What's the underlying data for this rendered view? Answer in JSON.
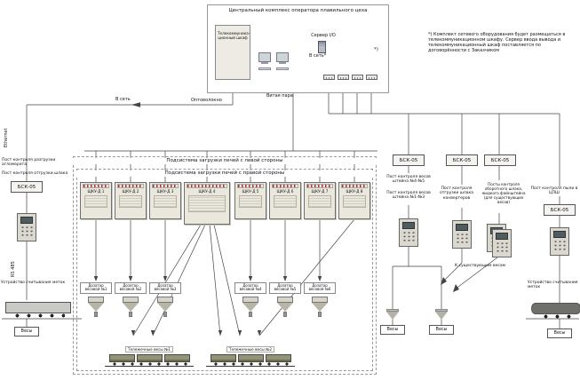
{
  "colors": {
    "wire": "#444444",
    "cabinet_fill": "#eae7dc",
    "indicator_red": "#aa3333",
    "train_body": "#93937a"
  },
  "top_complex": {
    "title": "Центральный комплекс  оператора плавильного цеха",
    "telecom_cabinet": "Телекоммуника-ционный шкаф",
    "server_label": "Сервер I/O",
    "to_network_label": "В сеть*",
    "footnote_mark": "*)"
  },
  "note": "*) Комплект сетевого оборудования будет размещаться в телекоммуникационном шкафу. Сервер ввода вывода и телекоммуникационный шкаф поставляется по договорённости с Заказчиком",
  "bus": {
    "to_network": "В сеть",
    "fiber": "Оптоволокно",
    "twisted_pair": "Витая пара",
    "ethernet": "Ethernet",
    "rs485": "RS 485"
  },
  "left_post": {
    "line1": "Пост контроля разгрузки агломерата",
    "line2": "Пост контроля отгрузки шлака",
    "bsk": "БСК-05",
    "reader": "Устройство считывания меток",
    "scale": "Весы"
  },
  "subsystems": {
    "left_title": "Подсистема загрузки печей с левой стороны",
    "right_title": "Подсистема загрузки печей с правой стороны"
  },
  "cabinets": [
    {
      "label": "ЩКУ-Д 1"
    },
    {
      "label": "ЩКУ-Д 2"
    },
    {
      "label": "ЩКУ-Д 3"
    },
    {
      "label": "ЩКУ-Д 4"
    },
    {
      "label": "ЩКУ-Д 5"
    },
    {
      "label": "ЩКУ-Д 6"
    },
    {
      "label": "ЩКУ-Д 7"
    },
    {
      "label": "ЩКУ-Д 8"
    }
  ],
  "dosers": [
    {
      "label": "Дозатор весовой №1"
    },
    {
      "label": "Дозатор весовой №2"
    },
    {
      "label": "Дозатор весовой №3"
    },
    {
      "label": "Дозатор весовой №4"
    },
    {
      "label": "Дозатор весовой №5"
    },
    {
      "label": "Дозатор весовой №6"
    }
  ],
  "trolleys": [
    {
      "label": "Тележечные весы №1"
    },
    {
      "label": "Тележечные весы №2"
    }
  ],
  "right_posts": [
    {
      "bsk": "БСК-05",
      "title": "Пост контроля весов штейна №4-№5",
      "title2": "Пост контроля весов штейна №1-№3"
    },
    {
      "bsk": "БСК-05",
      "title": "Пост контроля отгрузки шлака конвертеров"
    },
    {
      "bsk": "БСК-05",
      "title": "Посты контроля оборотного шлака, жидкого файнштейна (для существующих весов)"
    }
  ],
  "far_right_post": {
    "title": "Пост контроля пыли в ЦПШ",
    "bsk": "БСК-05",
    "reader": "Устройство считывания меток",
    "scale": "Весы"
  },
  "annotations": {
    "to_existing_scales": "К существующим весам",
    "scale": "Весы"
  }
}
